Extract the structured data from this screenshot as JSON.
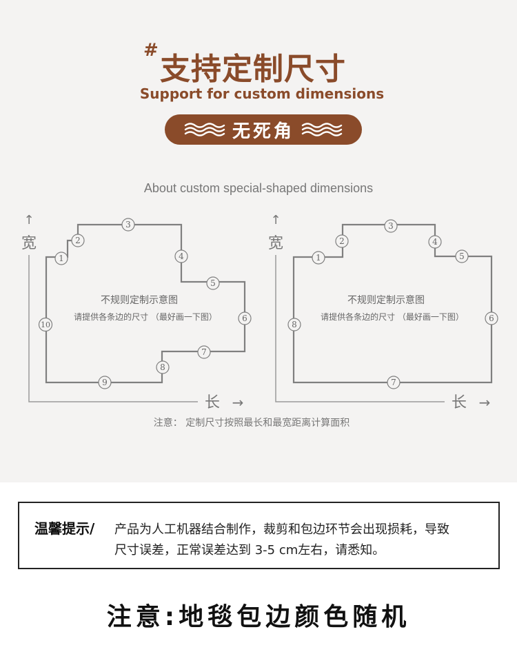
{
  "header": {
    "hash": "#",
    "title": "支持定制尺寸",
    "subtitle": "Support for custom dimensions",
    "badge": "无死角",
    "badge_icon": "wave-icon"
  },
  "section_heading": "About custom special-shaped dimensions",
  "diagrams": [
    {
      "width_label": "宽",
      "length_label": "长",
      "caption_title": "不规则定制示意图",
      "caption_text": "请提供各条边的尺寸 （最好画一下图）",
      "edge_numbers": [
        "1",
        "2",
        "3",
        "4",
        "5",
        "6",
        "7",
        "8",
        "9",
        "10"
      ]
    },
    {
      "width_label": "宽",
      "length_label": "长",
      "caption_title": "不规则定制示意图",
      "caption_text": "请提供各条边的尺寸 （最好画一下图）",
      "edge_numbers": [
        "1",
        "2",
        "3",
        "4",
        "5",
        "6",
        "7",
        "8"
      ]
    }
  ],
  "axis_arrow_up": "↑",
  "axis_arrow_right": "→",
  "note": "注意：  定制尺寸按照最长和最宽距离计算面积",
  "tips": {
    "label": "温馨提示/",
    "line1": "产品为人工机器结合制作，裁剪和包边环节会出现损耗，导致",
    "line2": "尺寸误差，正常误差达到 3-5 cm左右，请悉知。"
  },
  "bottom_note": "注意:地毯包边颜色随机",
  "colors": {
    "brand_brown": "#8a4b2a",
    "panel_bg": "#f4f3f2",
    "diagram_line": "#7f7f7f",
    "text_gray": "#777777"
  }
}
